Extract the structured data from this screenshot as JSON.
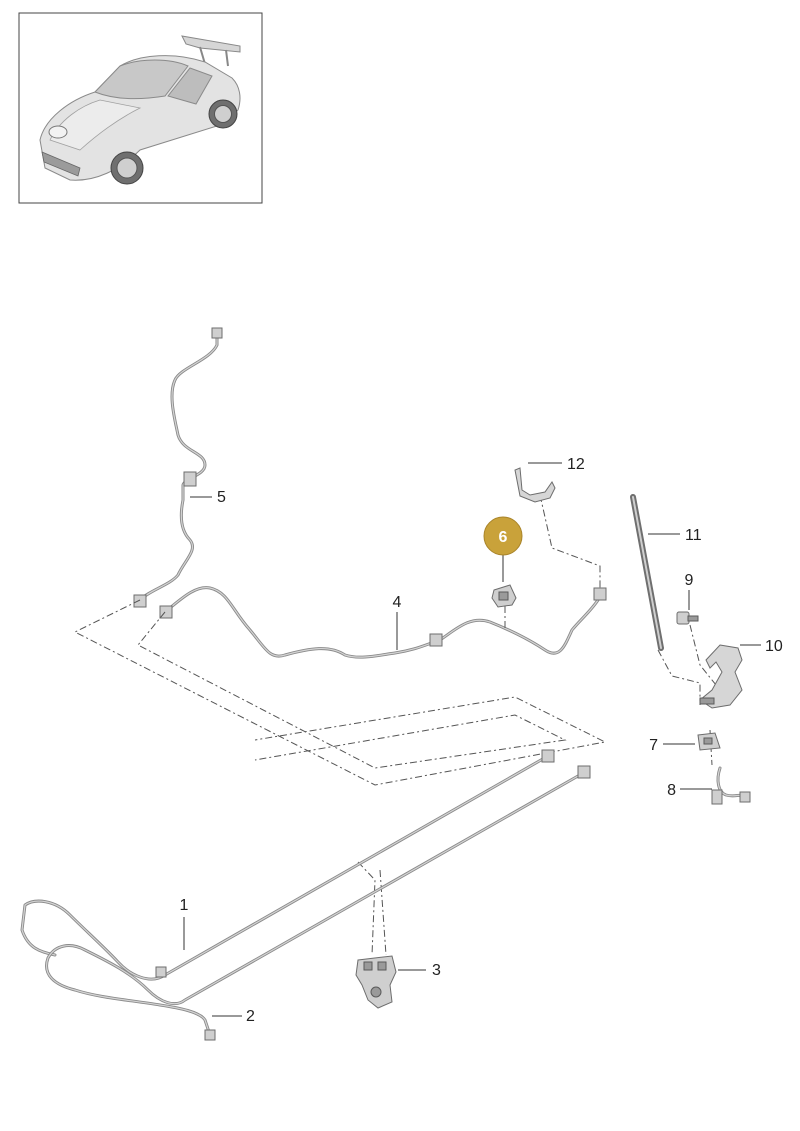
{
  "thumbnail": {
    "icon": "car-icon"
  },
  "callouts": [
    {
      "id": "1",
      "label": "1"
    },
    {
      "id": "2",
      "label": "2"
    },
    {
      "id": "3",
      "label": "3"
    },
    {
      "id": "4",
      "label": "4"
    },
    {
      "id": "5",
      "label": "5"
    },
    {
      "id": "6",
      "label": "6",
      "highlighted": true
    },
    {
      "id": "7",
      "label": "7"
    },
    {
      "id": "8",
      "label": "8"
    },
    {
      "id": "9",
      "label": "9"
    },
    {
      "id": "10",
      "label": "10"
    },
    {
      "id": "11",
      "label": "11"
    },
    {
      "id": "12",
      "label": "12"
    }
  ],
  "colors": {
    "highlight_fill": "#c9a23a",
    "highlight_stroke": "#a9842a",
    "line": "#333333",
    "pipe": "#8a8a8a"
  }
}
